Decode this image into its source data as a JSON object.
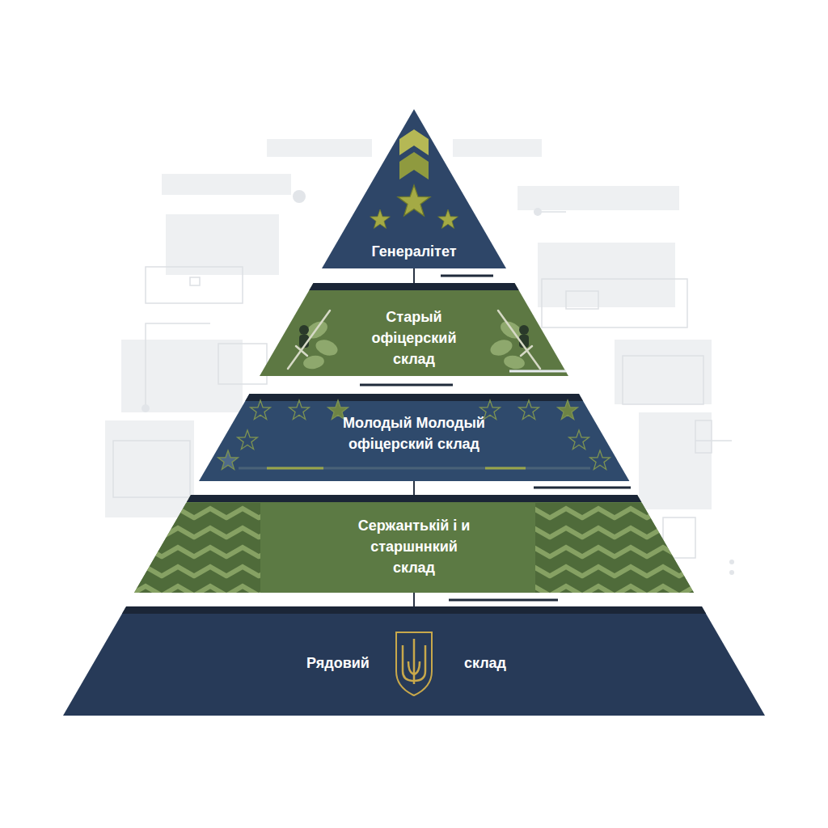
{
  "diagram": {
    "nodes": [
      {
        "text": [
          "Генералітет"
        ]
      },
      {
        "text": [
          "Старый офіцерский склад"
        ]
      },
      {
        "text": [
          "Молодый Молодый офіцерский склад"
        ]
      },
      {
        "text": [
          "Сержантькій і и старшннкий склад"
        ]
      },
      {
        "text": [
          "Рядовий",
          "склад"
        ]
      }
    ],
    "edges": [
      {
        "from": 0,
        "to": 1,
        "arrow": "none"
      },
      {
        "from": 2,
        "to": 3,
        "arrow": "none"
      },
      {
        "from": 3,
        "to": 4,
        "arrow": "none"
      }
    ]
  }
}
